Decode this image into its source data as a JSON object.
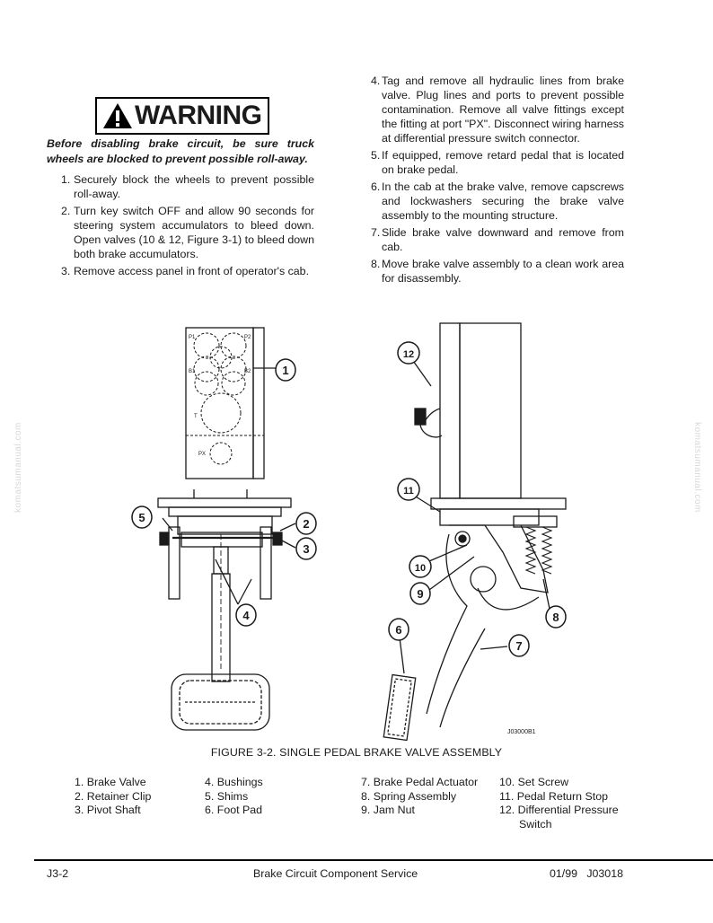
{
  "warning": {
    "label": "WARNING",
    "text": "Before disabling brake circuit, be sure truck wheels are blocked to prevent possible roll-away."
  },
  "steps_left": [
    {
      "num": "1.",
      "text": "Securely block the wheels to prevent possible roll-away."
    },
    {
      "num": "2.",
      "text": "Turn key switch OFF and allow 90 seconds for steering system accumulators to bleed down. Open valves (10 & 12, Figure 3-1) to bleed down both brake accumulators."
    },
    {
      "num": "3.",
      "text": "Remove access panel in front of operator's cab."
    }
  ],
  "steps_right": [
    {
      "num": "4.",
      "text": "Tag and remove all hydraulic lines from brake valve. Plug lines and ports to prevent possible contamination. Remove all valve fittings except the fitting at port \"PX\". Disconnect wiring harness at differential pressure switch connector."
    },
    {
      "num": "5.",
      "text": "If equipped, remove retard pedal that is located on brake pedal."
    },
    {
      "num": "6.",
      "text": "In the cab at the brake valve, remove capscrews and lockwashers securing the brake valve assembly to the mounting structure."
    },
    {
      "num": "7.",
      "text": "Slide brake valve downward and remove from cab."
    },
    {
      "num": "8.",
      "text": "Move brake valve assembly to a clean work area for disassembly."
    }
  ],
  "figure": {
    "drawing_id": "J03000B1",
    "port_labels": {
      "p1": "P1",
      "p2": "P2",
      "b1": "B1",
      "b2": "B2",
      "t": "T",
      "px": "PX"
    },
    "callouts": [
      "1",
      "2",
      "3",
      "4",
      "5",
      "6",
      "7",
      "8",
      "9",
      "10",
      "11",
      "12"
    ],
    "caption": "FIGURE 3-2. SINGLE PEDAL BRAKE VALVE ASSEMBLY"
  },
  "legend": {
    "col1": [
      "1. Brake Valve",
      "2. Retainer Clip",
      "3. Pivot Shaft"
    ],
    "col2": [
      "4. Bushings",
      "5. Shims",
      "6. Foot Pad"
    ],
    "col3": [
      "7. Brake Pedal Actuator",
      "8. Spring Assembly",
      "9. Jam Nut"
    ],
    "col4": [
      "10. Set Screw",
      "11. Pedal Return Stop",
      "12. Differential Pressure",
      "Switch"
    ]
  },
  "footer": {
    "left": "J3-2",
    "center": "Brake Circuit Component Service",
    "right": "01/99   J03018"
  },
  "watermark": "komatsumanual.com"
}
